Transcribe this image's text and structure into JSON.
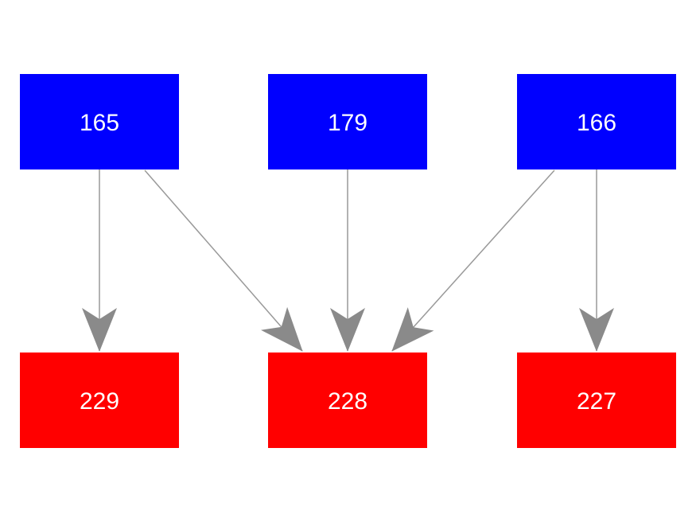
{
  "diagram": {
    "type": "directed-graph",
    "background": "#ffffff",
    "colors": {
      "source_node_fill": "#0000ff",
      "target_node_fill": "#ff0000",
      "node_text": "#ffffff",
      "edge_line": "#999999",
      "arrow_head": "#8a8a8a"
    },
    "nodes": {
      "top": [
        {
          "label": "165"
        },
        {
          "label": "179"
        },
        {
          "label": "166"
        }
      ],
      "bottom": [
        {
          "label": "229"
        },
        {
          "label": "228"
        },
        {
          "label": "227"
        }
      ]
    },
    "edges": [
      {
        "from": "165",
        "to": "229"
      },
      {
        "from": "165",
        "to": "228"
      },
      {
        "from": "179",
        "to": "228"
      },
      {
        "from": "166",
        "to": "228"
      },
      {
        "from": "166",
        "to": "227"
      }
    ]
  }
}
